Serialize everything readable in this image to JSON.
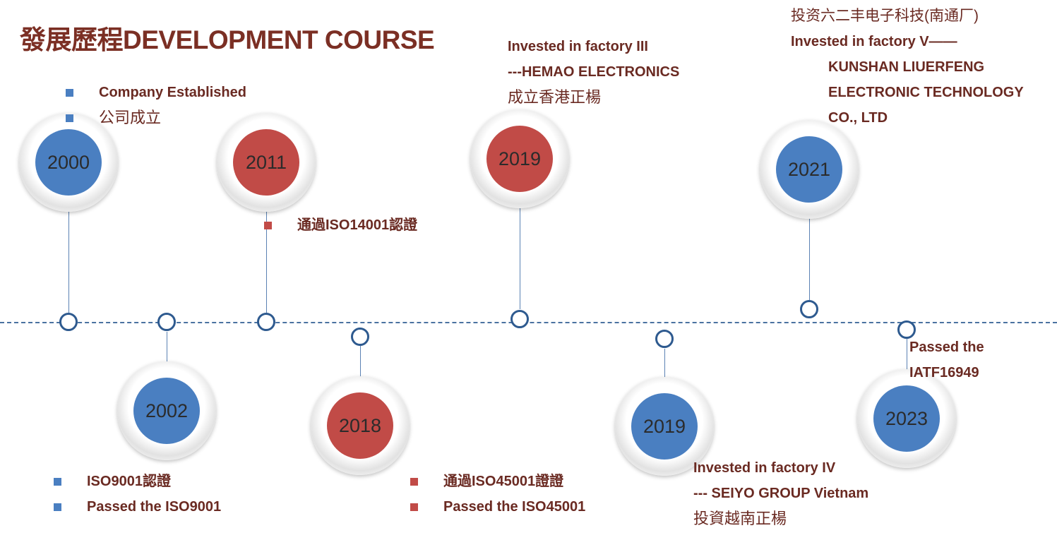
{
  "title": "發展歷程DEVELOPMENT COURSE",
  "milestones": [
    {
      "year": "2000",
      "lines": [
        "Company Established",
        "公司成立"
      ]
    },
    {
      "year": "2002",
      "lines": [
        "ISO9001認證",
        "Passed the ISO9001"
      ]
    },
    {
      "year": "2011",
      "lines": [
        "通過ISO14001認證"
      ]
    },
    {
      "year": "2018",
      "lines": [
        "通過ISO45001證證",
        "Passed the ISO45001"
      ]
    },
    {
      "year": "2019",
      "lines": [
        "Invested in factory  III",
        "---HEMAO ELECTRONICS",
        "成立香港正楊"
      ]
    },
    {
      "year": "2019",
      "lines": [
        "Invested in factory  IV",
        "--- SEIYO GROUP  Vietnam",
        "投資越南正楊"
      ]
    },
    {
      "year": "2021",
      "lines": [
        "投资六二丰电子科技(南通厂)",
        "Invested in factory V——",
        "KUNSHAN LIUERFENG",
        "ELECTRONIC TECHNOLOGY",
        "CO., LTD"
      ]
    },
    {
      "year": "2023",
      "lines": [
        "Passed the",
        "IATF16949"
      ]
    }
  ],
  "colors": {
    "blue": "#4a7fc1",
    "red": "#c14b47",
    "text": "#6a2a22",
    "title": "#7b2f24",
    "line": "#4a72a0"
  }
}
